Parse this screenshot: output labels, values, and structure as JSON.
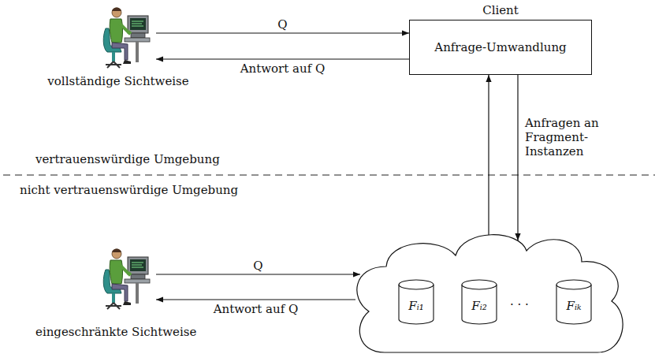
{
  "diagram": {
    "nodes": [
      {
        "text": [
          "vollständige Sichtweise"
        ]
      },
      {
        "text": [
          "Client",
          "Anfrage-Umwandlung"
        ]
      },
      {
        "text": [
          "eingeschränkte Sichtweise"
        ]
      },
      {
        "text": []
      },
      {
        "text": [
          "Fᵢ₁"
        ],
        "in": 3
      },
      {
        "text": [
          "Fᵢ₂"
        ],
        "in": 3
      },
      {
        "text": [
          "Fᵢₖ"
        ],
        "in": 3
      }
    ],
    "edges": [
      {
        "from": 0,
        "to": 1,
        "label": "Q",
        "arrow": "to"
      },
      {
        "from": 1,
        "to": 0,
        "label": "Antwort auf Q",
        "arrow": "to"
      },
      {
        "from": 1,
        "to": 3,
        "label": "Anfragen an Fragment-Instanzen",
        "arrow": "to"
      },
      {
        "from": 3,
        "to": 1,
        "arrow": "to"
      },
      {
        "from": 2,
        "to": 3,
        "label": "Q",
        "arrow": "to"
      },
      {
        "from": 3,
        "to": 2,
        "label": "Antwort auf Q",
        "arrow": "to"
      }
    ],
    "labels": [
      "vertrauenswürdige Umgebung",
      "nicht vertrauenswürdige Umgebung",
      "· · ·"
    ]
  }
}
